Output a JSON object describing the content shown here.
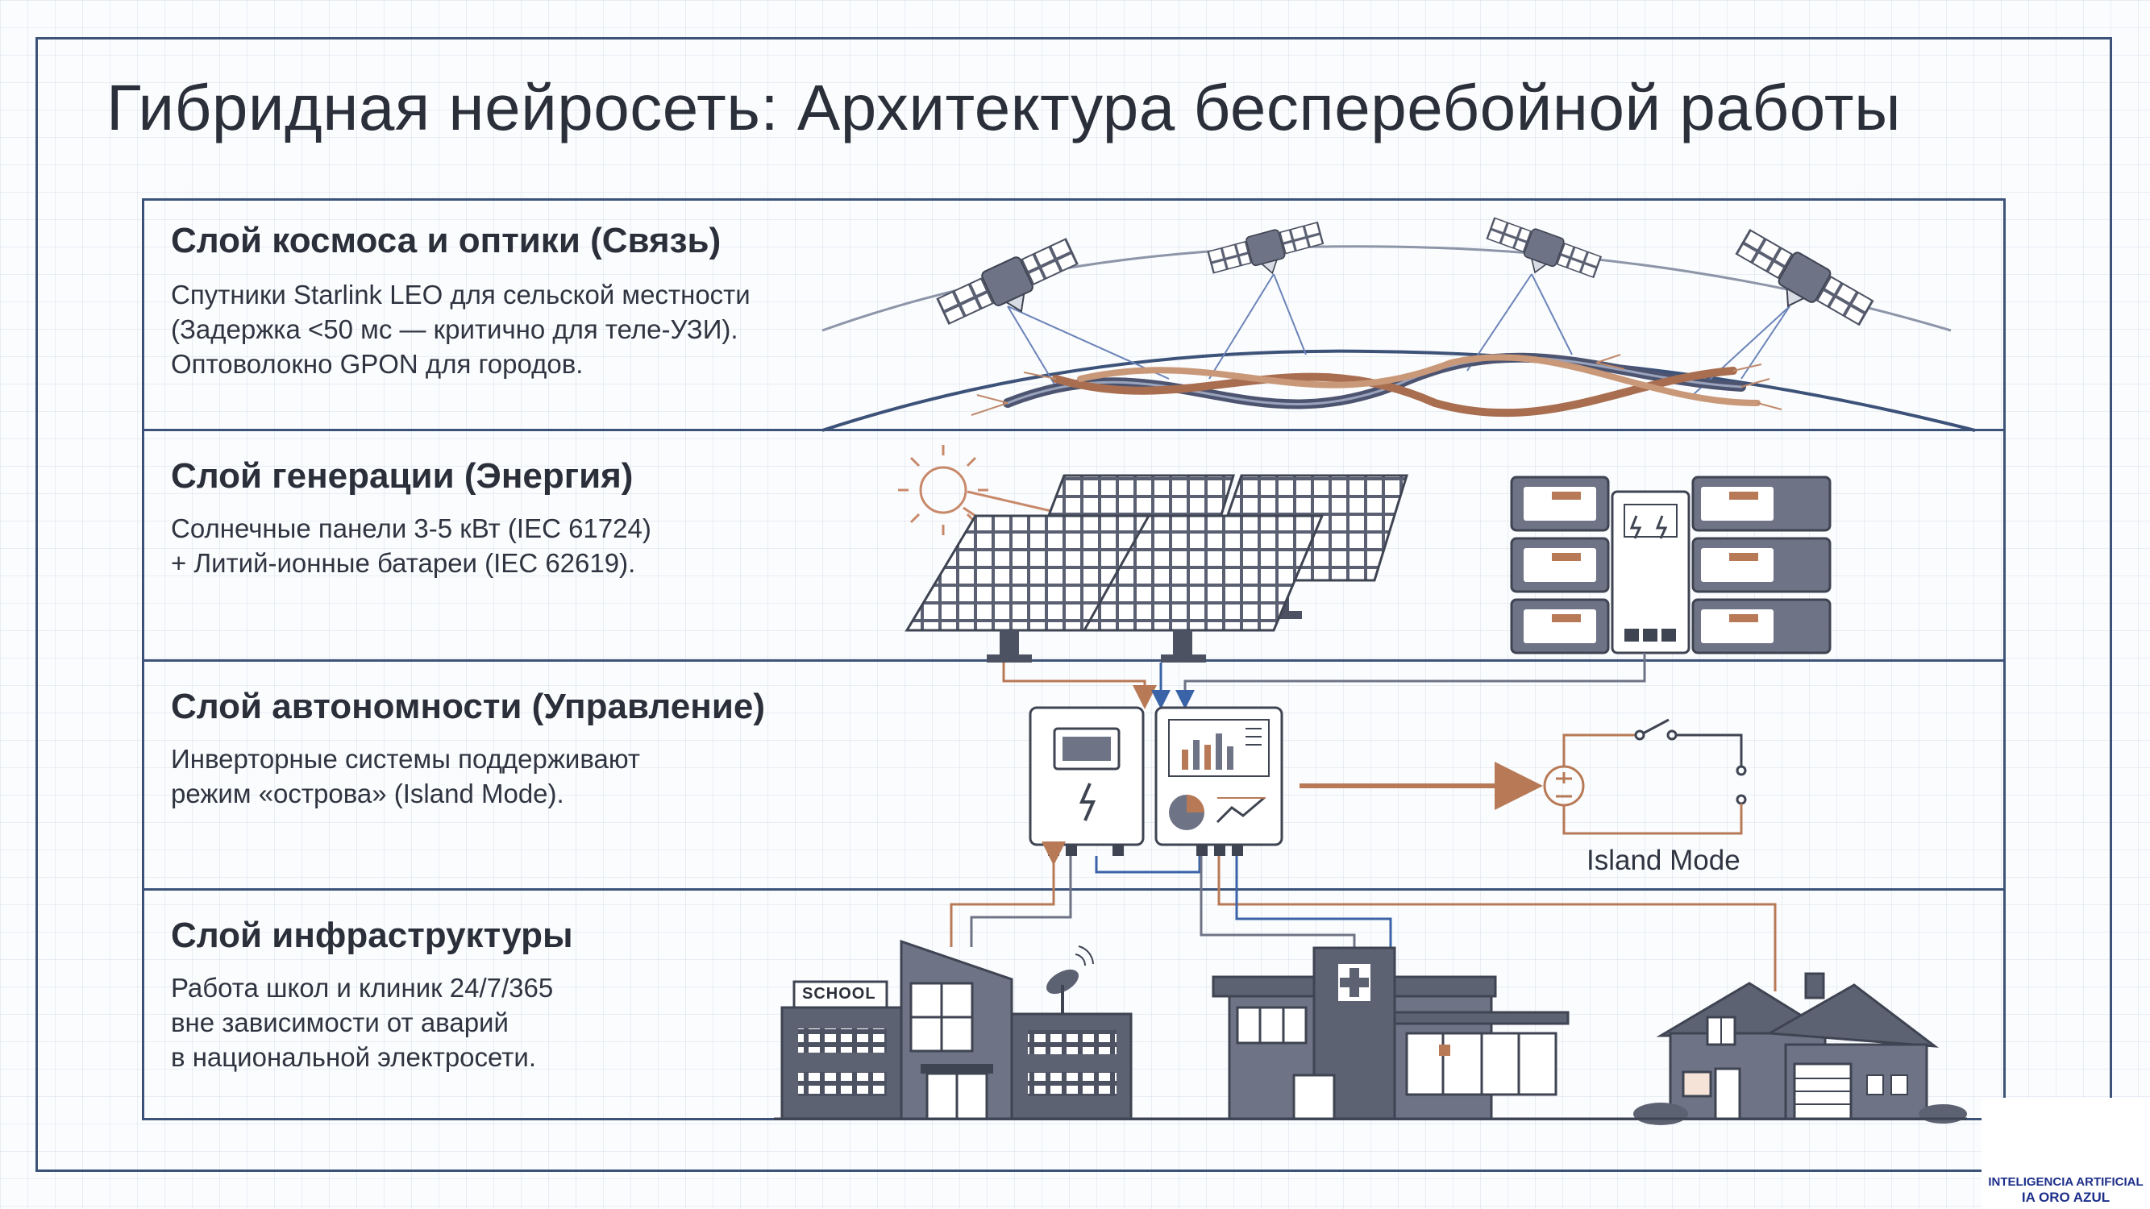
{
  "title": "Гибридная нейросеть: Архитектура бесперебойной работы",
  "layers": [
    {
      "title": "Слой космоса и оптики (Связь)",
      "lines": [
        "Спутники Starlink LEO для сельской местности",
        "(Задержка <50 мс — критично для теле-УЗИ).",
        "Оптоволокно GPON для городов."
      ]
    },
    {
      "title": "Слой генерации (Энергия)",
      "lines": [
        "Солнечные панели 3-5 кВт (IEC 61724)",
        "+ Литий-ионные батареи (IEC 62619)."
      ]
    },
    {
      "title": "Слой автономности (Управление)",
      "lines": [
        "Инверторные системы поддерживают",
        "режим «острова» (Island Mode)."
      ]
    },
    {
      "title": "Слой инфраструктуры",
      "lines": [
        "Работа школ и клиник 24/7/365",
        "вне зависимости от аварий",
        "в национальной электросети."
      ]
    }
  ],
  "island_label": "Island Mode",
  "school_sign": "SCHOOL",
  "logo": {
    "line1": "INTELIGENCIA ARTIFICIAL",
    "line2": "IA ORO AZUL"
  },
  "colors": {
    "frame": "#3d5278",
    "icon_gray": "#5d6272",
    "accent_copper": "#b87a56",
    "accent_blue": "#3a63a8"
  }
}
